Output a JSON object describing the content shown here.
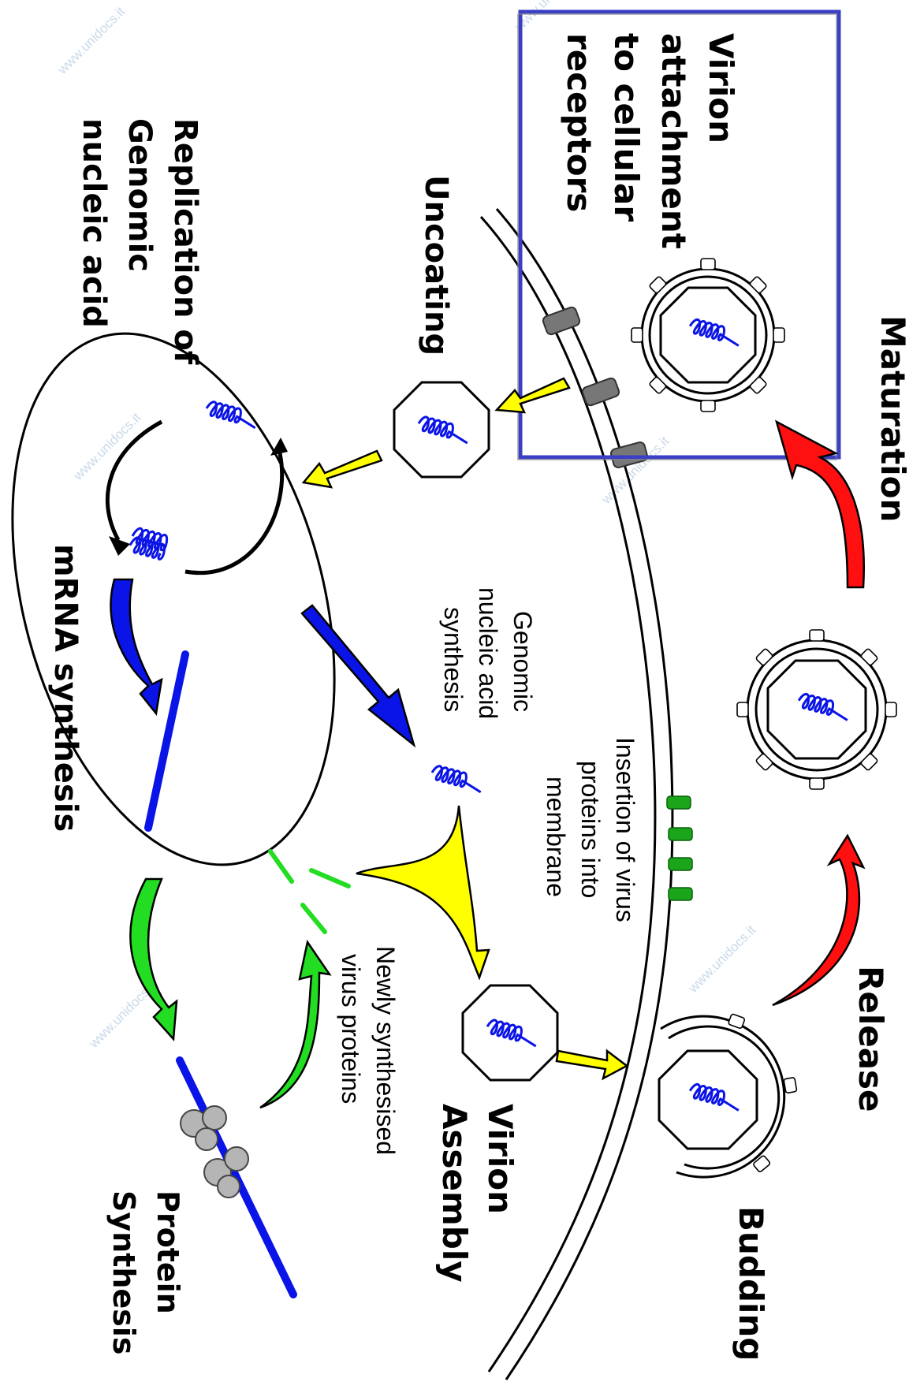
{
  "labels": {
    "maturation": "Maturation",
    "virion_attachment": [
      "Virion",
      "attachment",
      "to cellular",
      "receptors"
    ],
    "uncoating": "Uncoating",
    "replication": [
      "Replication of",
      "Genomic",
      "nucleic acid"
    ],
    "mrna_synthesis": "mRNA synthesis",
    "genomic_synthesis": [
      "Genomic",
      "nucleic acid",
      "synthesis"
    ],
    "insertion": [
      "Insertion of virus",
      "proteins into",
      "membrane"
    ],
    "release": "Release",
    "newly_synthesised": [
      "Newly synthesised",
      "virus proteins"
    ],
    "virion_assembly": [
      "Virion",
      "Assembly"
    ],
    "budding": "Budding",
    "protein_synthesis": [
      "Protein",
      "Synthesis"
    ]
  },
  "watermark": "www.unidocs.it",
  "colors": {
    "highlight_box": "#3a3fc4",
    "rna_blue": "#0a14e6",
    "arrow_yellow": "#ffff00",
    "arrow_red": "#ff1010",
    "arrow_green": "#22dd22",
    "membrane_protein_green": "#1aa51a",
    "receptor_gray": "#777777",
    "ribosome_gray": "#b5b5b5"
  }
}
